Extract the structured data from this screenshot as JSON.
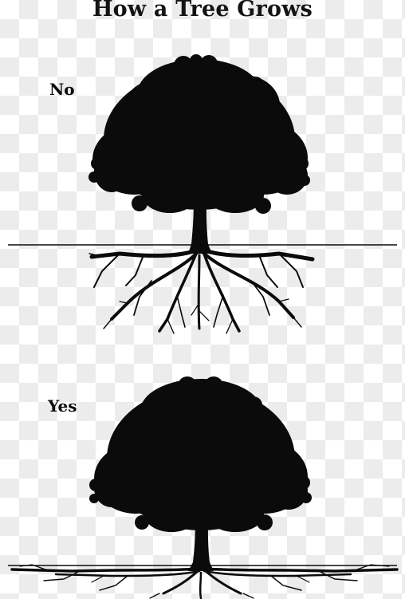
{
  "title": "How a Tree Grows",
  "panels": [
    {
      "label": "No",
      "root_style": "deep"
    },
    {
      "label": "Yes",
      "root_style": "shallow"
    }
  ],
  "colors": {
    "ink": "#0b0b0b",
    "checker_light": "#ffffff",
    "checker_dark": "#ececec"
  }
}
